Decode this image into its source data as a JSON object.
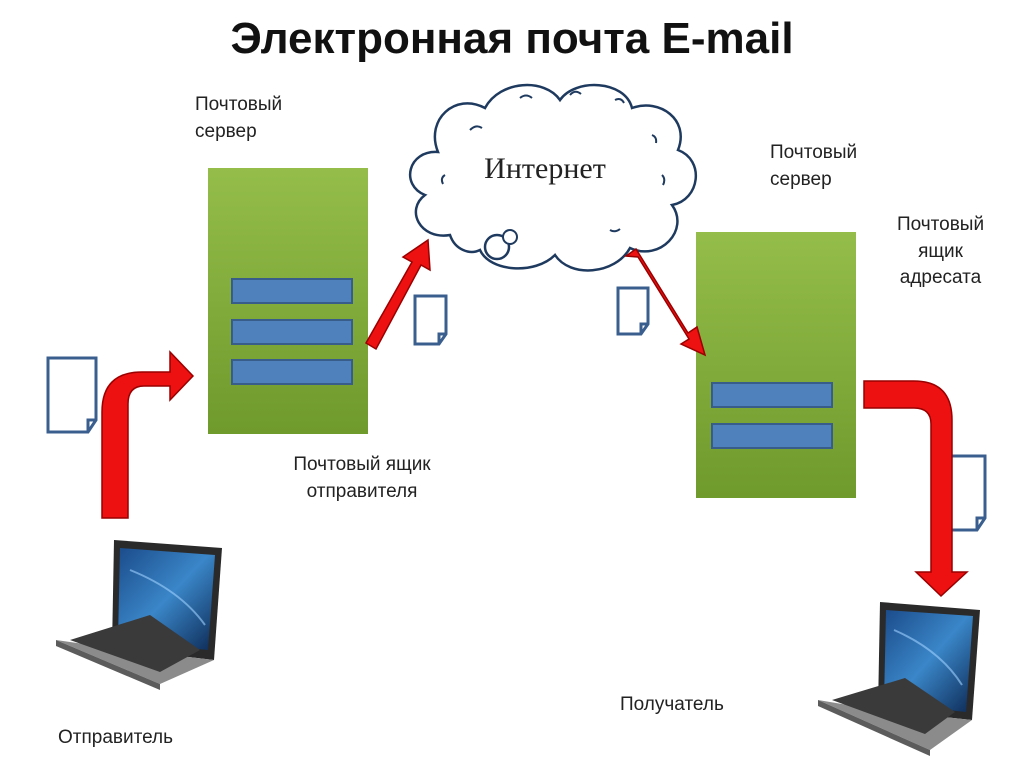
{
  "title": "Электронная почта E-mail",
  "labels": {
    "left_server": "Почтовый\nсервер",
    "right_server": "Почтовый\nсервер",
    "right_mailbox": "Почтовый\nящик\nадресата",
    "left_mailbox": "Почтовый ящик\nотправителя",
    "sender": "Отправитель",
    "receiver": "Получатель",
    "internet": "Интернет"
  },
  "colors": {
    "server_green": "#8db544",
    "mailbox_blue": "#4f81bd",
    "arrow_red": "#ee1111",
    "document_stroke": "#3a5f8f"
  },
  "icons": [
    "laptop-icon",
    "document-icon",
    "cloud-icon",
    "arrow-icon"
  ]
}
